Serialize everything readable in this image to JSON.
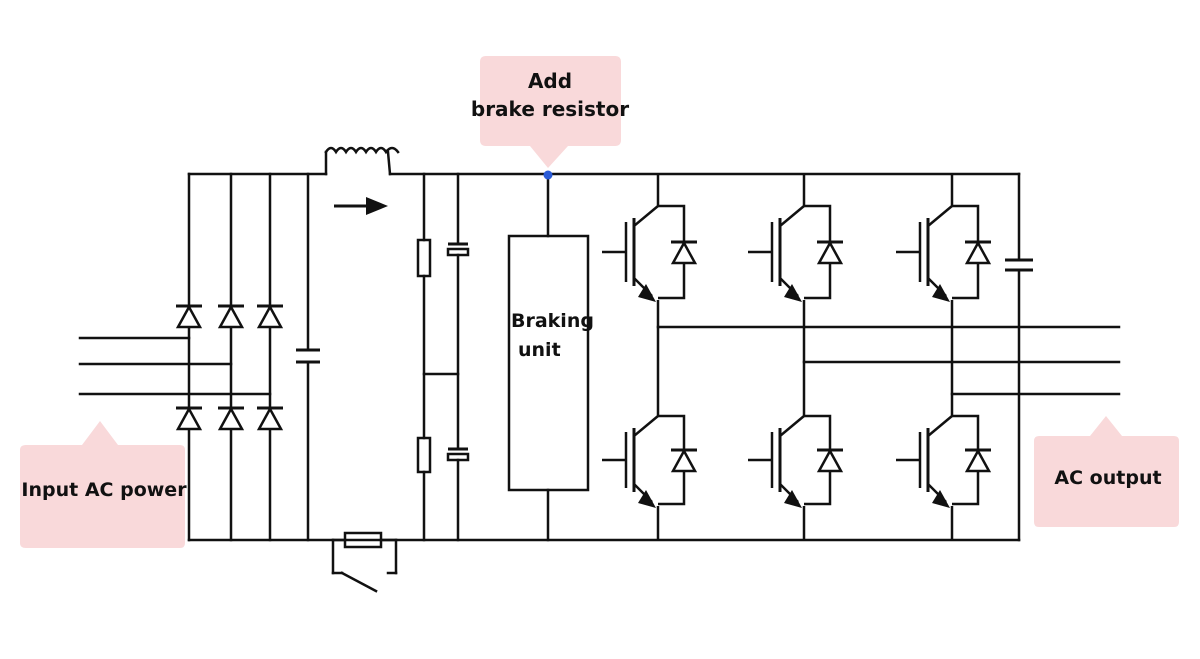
{
  "labels": {
    "brake_line1": "Add",
    "brake_line2": "brake resistor",
    "input": "Input AC power",
    "output": "AC output",
    "unit_line1": "Braking",
    "unit_line2": "unit"
  },
  "colors": {
    "callout_bg": "#f9d9da",
    "wire": "#111111",
    "node": "#2a5bd7"
  },
  "icons": {
    "current_arrow": "right-arrow-icon",
    "node": "junction-dot-icon"
  }
}
